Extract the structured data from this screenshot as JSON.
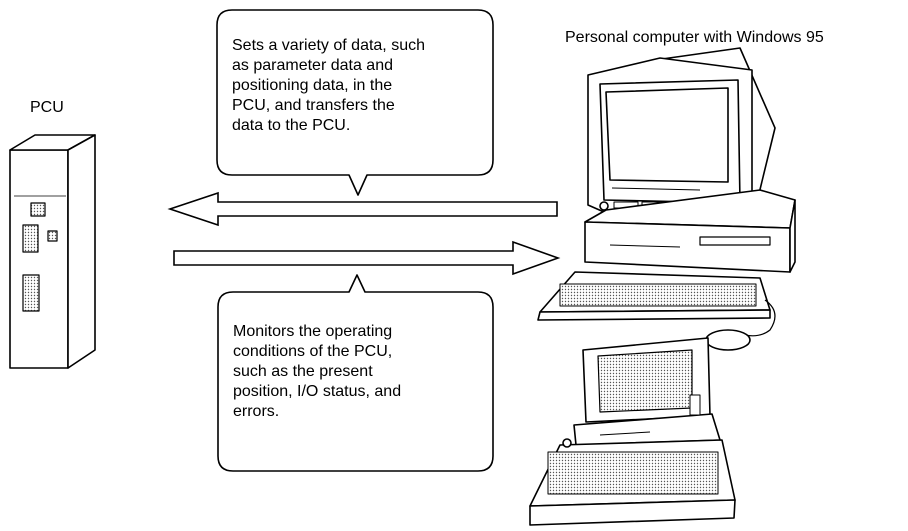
{
  "pcu": {
    "label": "PCU"
  },
  "computer": {
    "label": "Personal computer with Windows 95"
  },
  "callout_top": {
    "text": "Sets a variety of data, such\nas parameter data and\npositioning data, in the\nPCU, and transfers the\ndata to the PCU."
  },
  "callout_bottom": {
    "text": "Monitors the operating\nconditions of the PCU,\nsuch as the present\nposition, I/O status, and\nerrors."
  },
  "colors": {
    "line": "#000000",
    "background": "#ffffff",
    "dots": "#555555"
  }
}
